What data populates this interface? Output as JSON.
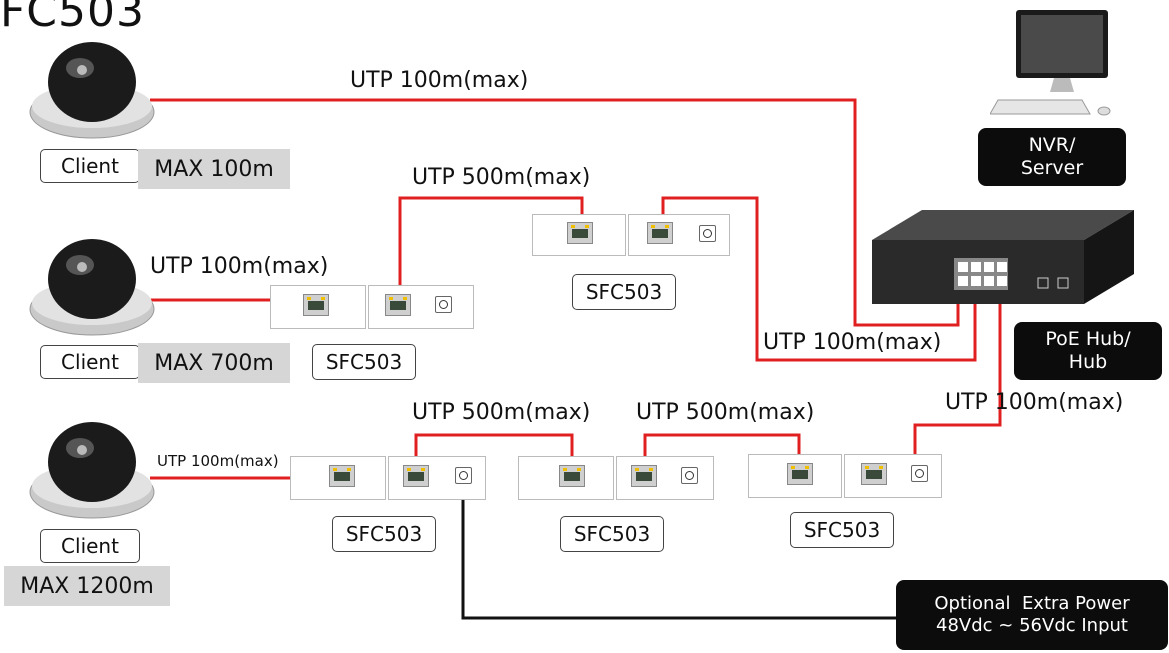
{
  "title": "FC503",
  "labels": {
    "utp_top": "UTP 100m(max)",
    "utp_mid_left": "UTP 100m(max)",
    "utp_mid_500": "UTP 500m(max)",
    "utp_mid_right": "UTP 100m(max)",
    "utp_bot_left": "UTP 100m(max)",
    "utp_bot_500a": "UTP 500m(max)",
    "utp_bot_500b": "UTP 500m(max)",
    "utp_bot_right": "UTP 100m(max)"
  },
  "clients": [
    {
      "label": "Client",
      "max": "MAX 100m"
    },
    {
      "label": "Client",
      "max": "MAX 700m"
    },
    {
      "label": "Client",
      "max": "MAX 1200m"
    }
  ],
  "sfc_label": "SFC503",
  "nvr": {
    "line1": "NVR/",
    "line2": "Server"
  },
  "hub": {
    "line1": "PoE Hub/",
    "line2": "Hub"
  },
  "power": {
    "line1": "Optional  Extra Power",
    "line2": "48Vdc ~ 56Vdc Input"
  },
  "colors": {
    "cable": "#e02020",
    "power_cable": "#111111",
    "label_bg": "#0c0c0c",
    "max_bg": "#d6d6d6"
  },
  "icons": [
    "dome-camera-icon",
    "computer-icon",
    "switch-icon",
    "rj45-port-icon",
    "dc-jack-icon"
  ]
}
